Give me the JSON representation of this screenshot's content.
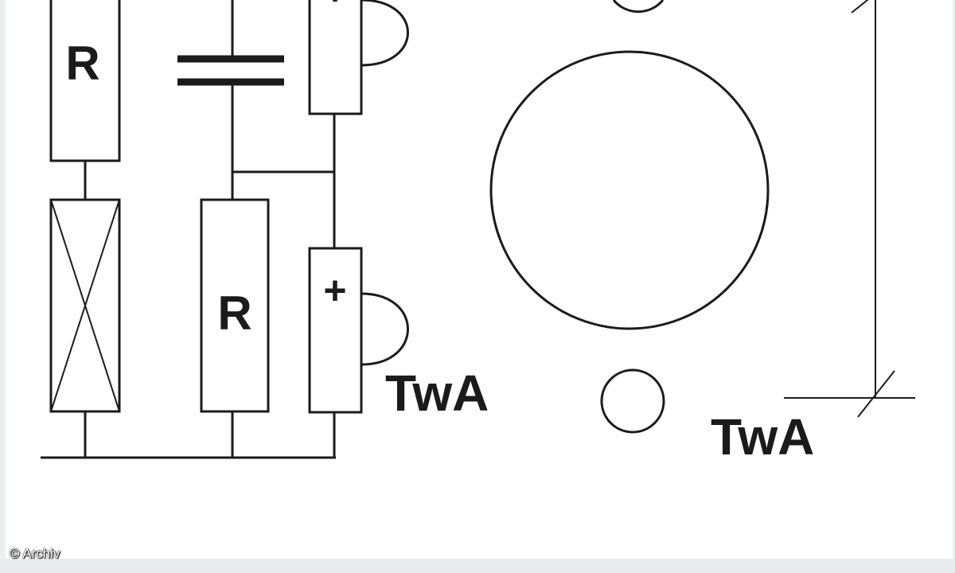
{
  "diagram": {
    "resistor_label": "R",
    "plus_sign": "+",
    "terminal_label": "TwA"
  },
  "credit": "© Archiv",
  "colors": {
    "line": "#1b1b1b",
    "background": "#ffffff",
    "frame": "#eceef0"
  }
}
